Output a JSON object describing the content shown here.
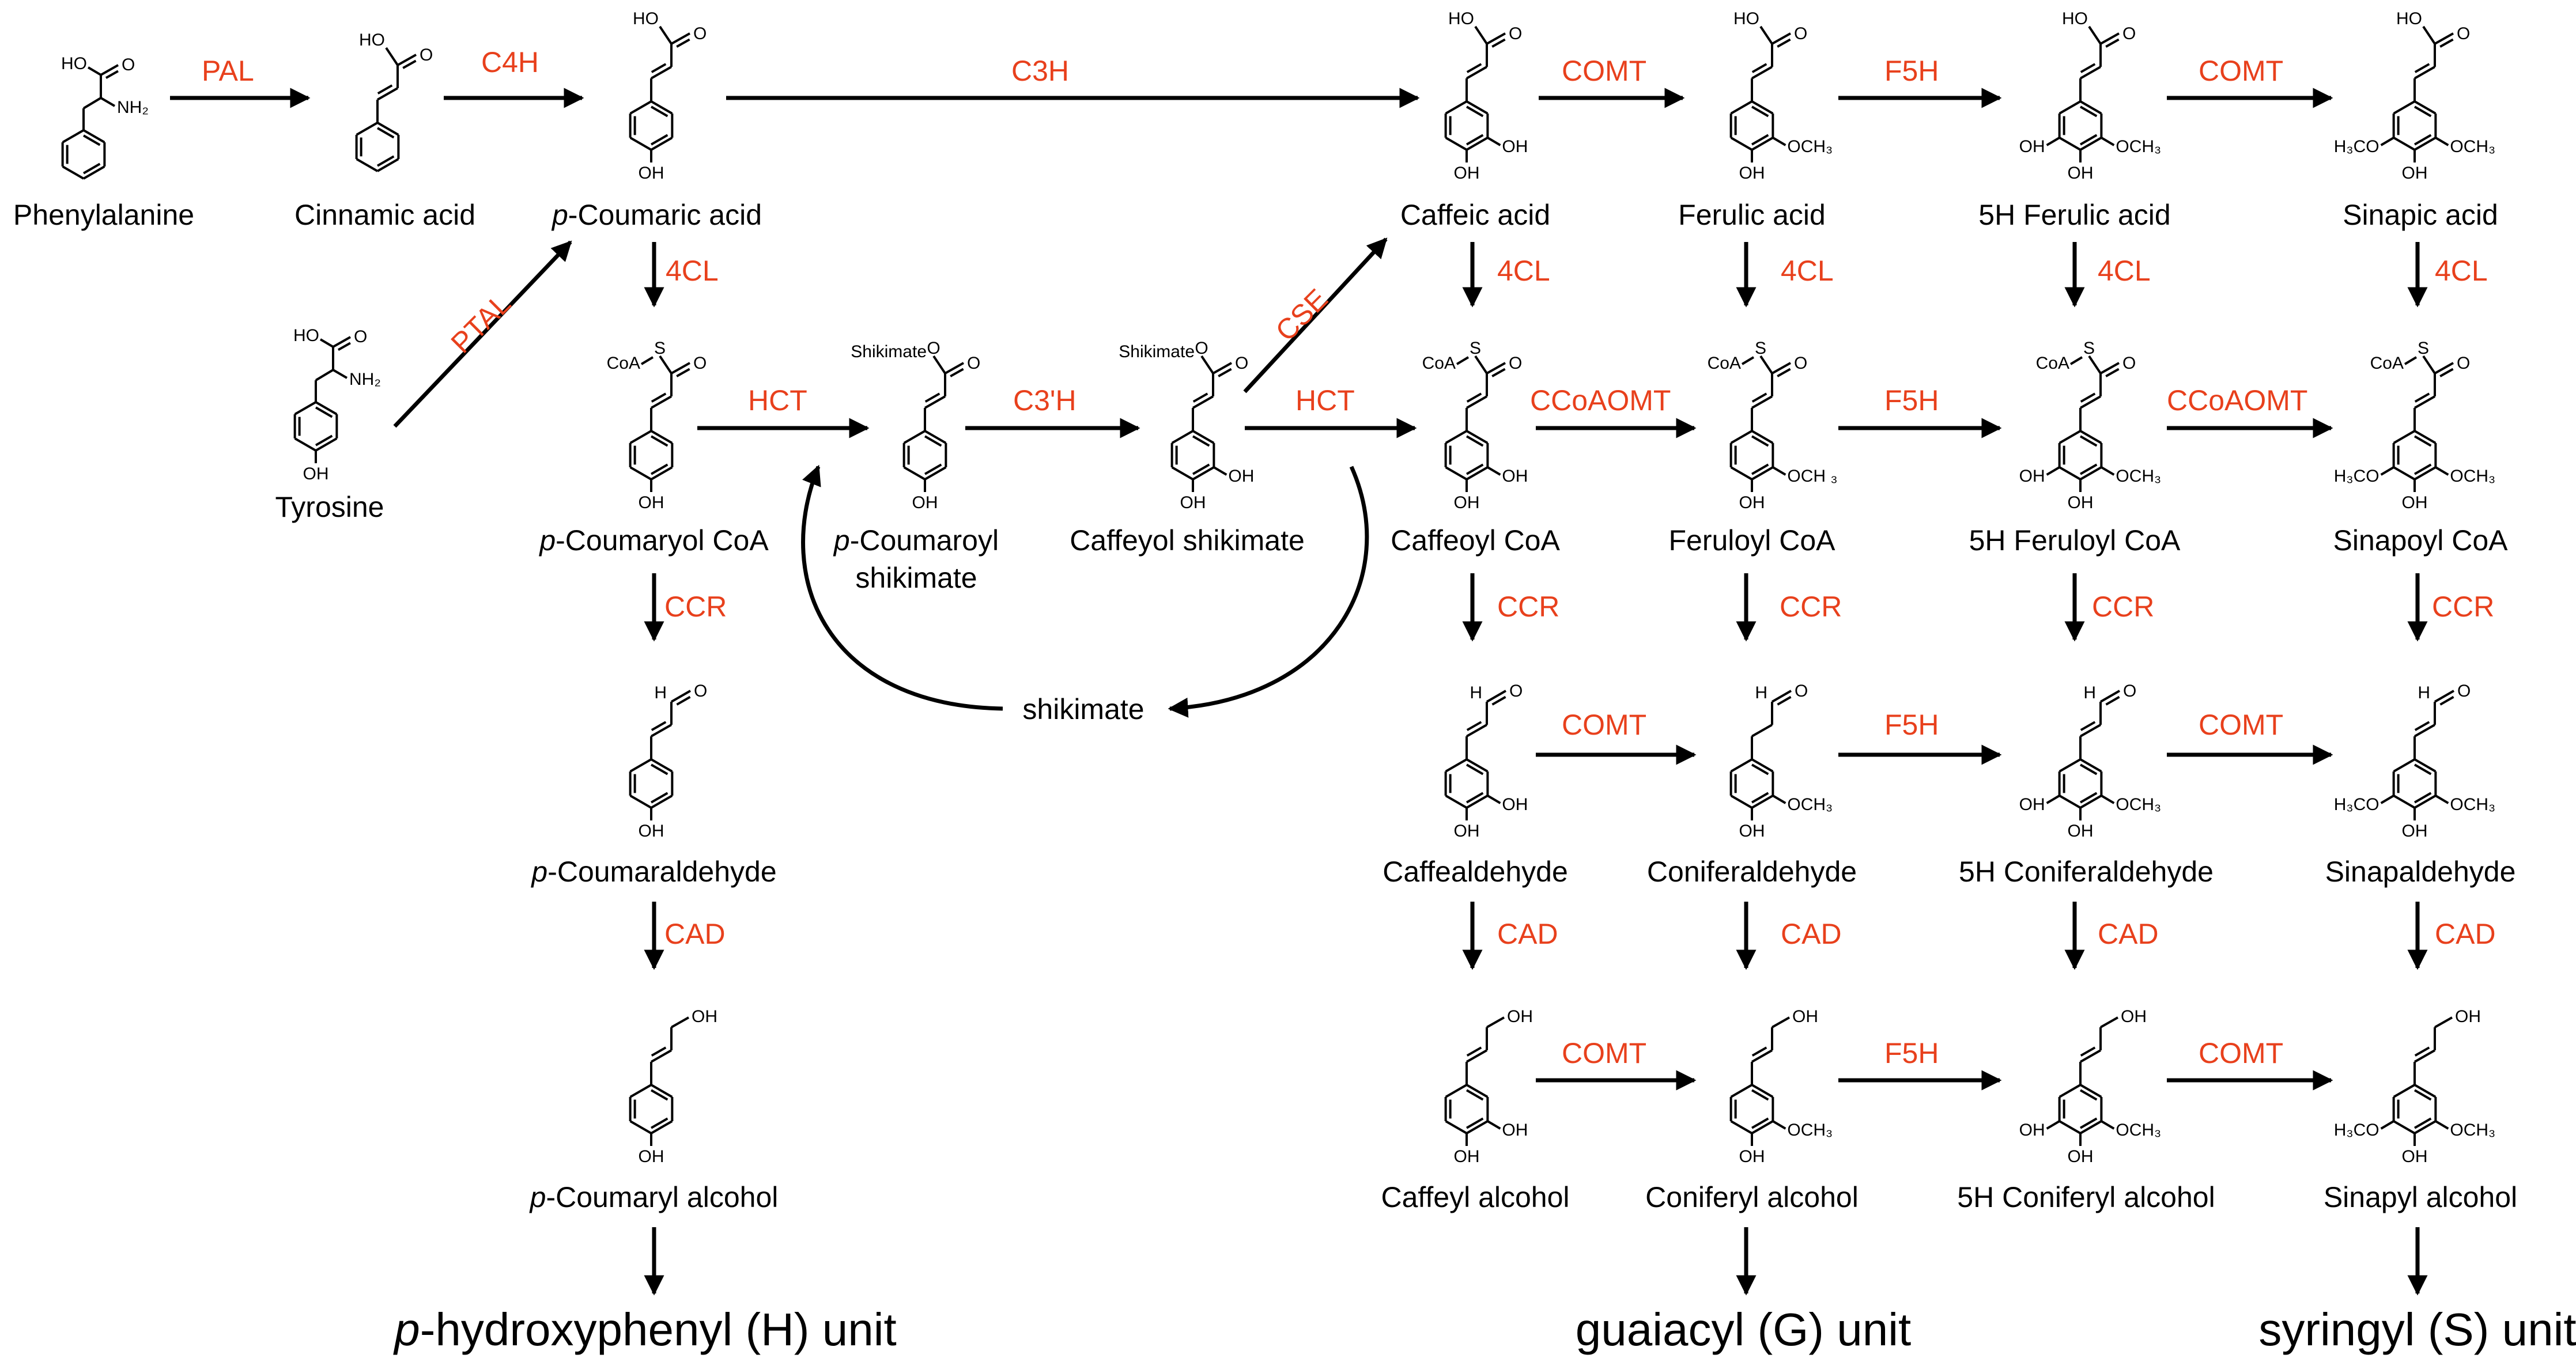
{
  "colors": {
    "enzyme": "#e8401c",
    "arrow": "#000000",
    "text": "#000000"
  },
  "compounds": {
    "phenylalanine": "Phenylalanine",
    "tyrosine": "Tyrosine",
    "cinnamic_acid": "Cinnamic acid",
    "p_coumaric_acid": {
      "prefix": "p",
      "rest": "-Coumaric acid"
    },
    "caffeic_acid": "Caffeic acid",
    "ferulic_acid": "Ferulic acid",
    "5h_ferulic_acid": "5H Ferulic acid",
    "sinapic_acid": "Sinapic acid",
    "p_coumaroyl_coa": {
      "prefix": "p",
      "rest": "-Coumaryol CoA"
    },
    "p_coumaroyl_shikimate": {
      "prefix": "p",
      "rest": "-Coumaroyl",
      "line2": "shikimate"
    },
    "caffeoyl_shikimate": "Caffeyol shikimate",
    "caffeoyl_coa": "Caffeoyl CoA",
    "feruloyl_coa": "Feruloyl CoA",
    "5h_feruloyl_coa": "5H Feruloyl CoA",
    "sinapoyl_coa": "Sinapoyl CoA",
    "shikimate": "shikimate",
    "p_coumaraldehyde": {
      "prefix": "p",
      "rest": "-Coumaraldehyde"
    },
    "caffealdehyde": "Caffealdehyde",
    "coniferaldehyde": "Coniferaldehyde",
    "5h_coniferaldehyde": "5H Coniferaldehyde",
    "sinapaldehyde": "Sinapaldehyde",
    "p_coumaryl_alcohol": {
      "prefix": "p",
      "rest": "-Coumaryl alcohol"
    },
    "caffeyl_alcohol": "Caffeyl alcohol",
    "coniferyl_alcohol": "Coniferyl alcohol",
    "5h_coniferyl_alcohol": "5H Coniferyl alcohol",
    "sinapyl_alcohol": "Sinapyl alcohol"
  },
  "enzymes": {
    "pal": "PAL",
    "c4h": "C4H",
    "c3h": "C3H",
    "ptal": "PTAL",
    "cse": "CSE",
    "hct_1": "HCT",
    "hct_2": "HCT",
    "c3h_prime": "C3'H",
    "comt_acid_1": "COMT",
    "comt_acid_2": "COMT",
    "f5h_acid": "F5H",
    "4cl_h": "4CL",
    "4cl_caffeic": "4CL",
    "4cl_ferulic": "4CL",
    "4cl_5h": "4CL",
    "4cl_sinapic": "4CL",
    "ccoaomt_1": "CCoAOMT",
    "ccoaomt_2": "CCoAOMT",
    "f5h_coa": "F5H",
    "ccr_h": "CCR",
    "ccr_caffeoyl": "CCR",
    "ccr_feruloyl": "CCR",
    "ccr_5h": "CCR",
    "ccr_sinapoyl": "CCR",
    "comt_ald_1": "COMT",
    "comt_ald_2": "COMT",
    "f5h_ald": "F5H",
    "cad_h": "CAD",
    "cad_caff": "CAD",
    "cad_conif": "CAD",
    "cad_5h": "CAD",
    "cad_sinap": "CAD",
    "comt_alc_1": "COMT",
    "comt_alc_2": "COMT",
    "f5h_alc": "F5H"
  },
  "units": {
    "h_unit": {
      "prefix": "p",
      "rest": "-hydroxyphenyl (H) unit"
    },
    "g_unit": "guaiacyl (G) unit",
    "s_unit": "syringyl (S) unit"
  },
  "structure_labels": {
    "ho": "HO",
    "oh": "OH",
    "nh2": "NH₂",
    "och3": "OCH₃",
    "och3_spaced": "OCH ₃",
    "h3co": "H₃CO",
    "h": "H",
    "o": "O",
    "s": "S",
    "coa": "CoA",
    "shikimate_group": "Shikimate"
  }
}
